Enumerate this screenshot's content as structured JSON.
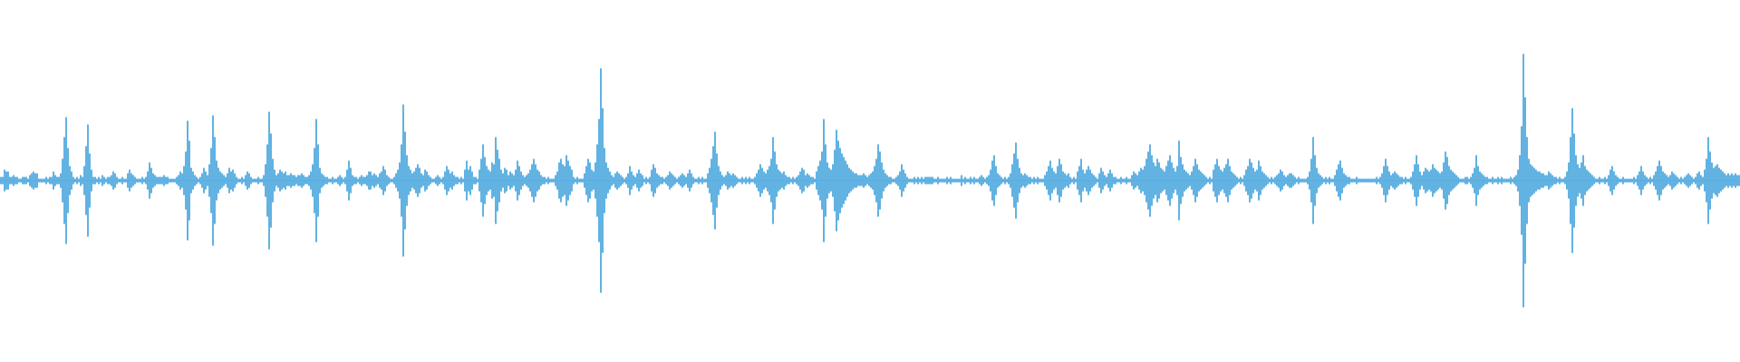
{
  "waveform": {
    "color": "#5aaee0",
    "background": "#ffffff",
    "peaks": [
      0.02,
      0.02,
      0.06,
      0.05,
      0.05,
      0.02,
      0.02,
      0.03,
      0.02,
      0.02,
      0.01,
      0.01,
      0.02,
      0.02,
      0.02,
      0.01,
      0.03,
      0.04,
      0.05,
      0.04,
      0.04,
      0.01,
      0.01,
      0.01,
      0.01,
      0.02,
      0.01,
      0.02,
      0.02,
      0.05,
      0.03,
      0.02,
      0.02,
      0.04,
      0.12,
      0.24,
      0.35,
      0.18,
      0.08,
      0.05,
      0.02,
      0.01,
      0.02,
      0.01,
      0.03,
      0.02,
      0.08,
      0.19,
      0.31,
      0.15,
      0.06,
      0.02,
      0.02,
      0.01,
      0.02,
      0.01,
      0.03,
      0.02,
      0.01,
      0.02,
      0.02,
      0.03,
      0.05,
      0.04,
      0.02,
      0.01,
      0.01,
      0.02,
      0.01,
      0.01,
      0.04,
      0.06,
      0.04,
      0.03,
      0.02,
      0.01,
      0.01,
      0.01,
      0.02,
      0.01,
      0.02,
      0.05,
      0.1,
      0.07,
      0.04,
      0.03,
      0.02,
      0.02,
      0.02,
      0.02,
      0.03,
      0.02,
      0.02,
      0.01,
      0.01,
      0.01,
      0.01,
      0.02,
      0.03,
      0.05,
      0.04,
      0.08,
      0.16,
      0.33,
      0.22,
      0.07,
      0.05,
      0.03,
      0.02,
      0.01,
      0.02,
      0.04,
      0.07,
      0.05,
      0.03,
      0.09,
      0.18,
      0.36,
      0.24,
      0.11,
      0.07,
      0.05,
      0.04,
      0.03,
      0.02,
      0.04,
      0.07,
      0.05,
      0.06,
      0.04,
      0.02,
      0.01,
      0.01,
      0.02,
      0.01,
      0.03,
      0.05,
      0.04,
      0.02,
      0.01,
      0.01,
      0.01,
      0.02,
      0.01,
      0.01,
      0.03,
      0.09,
      0.2,
      0.38,
      0.26,
      0.12,
      0.06,
      0.03,
      0.04,
      0.06,
      0.05,
      0.04,
      0.05,
      0.03,
      0.03,
      0.04,
      0.03,
      0.03,
      0.02,
      0.03,
      0.03,
      0.04,
      0.03,
      0.02,
      0.02,
      0.03,
      0.05,
      0.09,
      0.18,
      0.34,
      0.2,
      0.07,
      0.04,
      0.03,
      0.02,
      0.02,
      0.01,
      0.01,
      0.02,
      0.01,
      0.01,
      0.02,
      0.03,
      0.02,
      0.01,
      0.02,
      0.06,
      0.11,
      0.07,
      0.03,
      0.02,
      0.02,
      0.01,
      0.02,
      0.03,
      0.02,
      0.02,
      0.03,
      0.05,
      0.05,
      0.03,
      0.04,
      0.03,
      0.02,
      0.04,
      0.05,
      0.08,
      0.06,
      0.03,
      0.02,
      0.01,
      0.01,
      0.02,
      0.04,
      0.06,
      0.1,
      0.2,
      0.42,
      0.27,
      0.14,
      0.08,
      0.06,
      0.04,
      0.05,
      0.07,
      0.09,
      0.07,
      0.04,
      0.03,
      0.06,
      0.05,
      0.03,
      0.02,
      0.01,
      0.01,
      0.02,
      0.03,
      0.02,
      0.01,
      0.02,
      0.05,
      0.08,
      0.06,
      0.04,
      0.05,
      0.03,
      0.02,
      0.02,
      0.01,
      0.02,
      0.01,
      0.06,
      0.11,
      0.06,
      0.08,
      0.05,
      0.02,
      0.02,
      0.01,
      0.06,
      0.12,
      0.2,
      0.13,
      0.08,
      0.06,
      0.05,
      0.1,
      0.09,
      0.24,
      0.17,
      0.12,
      0.06,
      0.04,
      0.07,
      0.06,
      0.03,
      0.05,
      0.04,
      0.03,
      0.06,
      0.11,
      0.08,
      0.05,
      0.03,
      0.02,
      0.03,
      0.04,
      0.06,
      0.09,
      0.12,
      0.09,
      0.06,
      0.05,
      0.03,
      0.02,
      0.02,
      0.01,
      0.02,
      0.01,
      0.01,
      0.01,
      0.03,
      0.05,
      0.1,
      0.12,
      0.09,
      0.08,
      0.14,
      0.11,
      0.08,
      0.06,
      0.02,
      0.01,
      0.02,
      0.01,
      0.01,
      0.01,
      0.04,
      0.08,
      0.12,
      0.1,
      0.06,
      0.05,
      0.1,
      0.2,
      0.34,
      0.62,
      0.4,
      0.18,
      0.1,
      0.07,
      0.05,
      0.03,
      0.02,
      0.04,
      0.05,
      0.04,
      0.03,
      0.02,
      0.01,
      0.02,
      0.04,
      0.08,
      0.05,
      0.03,
      0.02,
      0.04,
      0.06,
      0.04,
      0.03,
      0.01,
      0.02,
      0.01,
      0.02,
      0.06,
      0.09,
      0.07,
      0.04,
      0.03,
      0.02,
      0.02,
      0.01,
      0.02,
      0.03,
      0.05,
      0.04,
      0.03,
      0.02,
      0.01,
      0.02,
      0.03,
      0.04,
      0.03,
      0.02,
      0.04,
      0.06,
      0.04,
      0.02,
      0.01,
      0.01,
      0.02,
      0.01,
      0.02,
      0.01,
      0.01,
      0.04,
      0.07,
      0.12,
      0.19,
      0.27,
      0.15,
      0.08,
      0.05,
      0.03,
      0.02,
      0.03,
      0.05,
      0.04,
      0.03,
      0.04,
      0.03,
      0.02,
      0.01,
      0.01,
      0.02,
      0.01,
      0.02,
      0.01,
      0.02,
      0.01,
      0.01,
      0.02,
      0.04,
      0.06,
      0.09,
      0.07,
      0.05,
      0.04,
      0.06,
      0.08,
      0.12,
      0.24,
      0.16,
      0.09,
      0.06,
      0.05,
      0.04,
      0.05,
      0.03,
      0.02,
      0.02,
      0.01,
      0.02,
      0.01,
      0.02,
      0.03,
      0.05,
      0.07,
      0.06,
      0.03,
      0.04,
      0.03,
      0.02,
      0.02,
      0.01,
      0.05,
      0.08,
      0.11,
      0.16,
      0.34,
      0.2,
      0.1,
      0.07,
      0.06,
      0.09,
      0.17,
      0.28,
      0.22,
      0.18,
      0.15,
      0.13,
      0.11,
      0.09,
      0.07,
      0.06,
      0.05,
      0.04,
      0.04,
      0.03,
      0.03,
      0.03,
      0.04,
      0.03,
      0.02,
      0.03,
      0.04,
      0.05,
      0.08,
      0.12,
      0.2,
      0.16,
      0.1,
      0.06,
      0.04,
      0.03,
      0.02,
      0.02,
      0.01,
      0.01,
      0.02,
      0.03,
      0.05,
      0.09,
      0.06,
      0.04,
      0.02,
      0.01,
      0.01,
      0.01,
      0.02,
      0.01,
      0.02,
      0.01,
      0.02,
      0.01,
      0.02,
      0.02,
      0.02,
      0.02,
      0.02,
      0.01,
      0.01,
      0.02,
      0.01,
      0.01,
      0.01,
      0.01,
      0.02,
      0.01,
      0.02,
      0.01,
      0.01,
      0.01,
      0.01,
      0.01,
      0.03,
      0.01,
      0.02,
      0.01,
      0.01,
      0.02,
      0.01,
      0.02,
      0.01,
      0.01,
      0.02,
      0.03,
      0.02,
      0.01,
      0.02,
      0.03,
      0.06,
      0.11,
      0.14,
      0.08,
      0.04,
      0.03,
      0.02,
      0.01,
      0.02,
      0.01,
      0.02,
      0.04,
      0.09,
      0.15,
      0.21,
      0.12,
      0.07,
      0.04,
      0.03,
      0.04,
      0.03,
      0.02,
      0.02,
      0.01,
      0.02,
      0.01,
      0.02,
      0.01,
      0.01,
      0.01,
      0.03,
      0.05,
      0.08,
      0.11,
      0.07,
      0.05,
      0.04,
      0.08,
      0.12,
      0.09,
      0.05,
      0.04,
      0.03,
      0.04,
      0.02,
      0.01,
      0.02,
      0.01,
      0.05,
      0.08,
      0.12,
      0.06,
      0.04,
      0.06,
      0.08,
      0.06,
      0.04,
      0.03,
      0.02,
      0.01,
      0.04,
      0.07,
      0.05,
      0.03,
      0.02,
      0.04,
      0.06,
      0.04,
      0.02,
      0.02,
      0.01,
      0.01,
      0.02,
      0.01,
      0.01,
      0.02,
      0.01,
      0.01,
      0.03,
      0.05,
      0.04,
      0.03,
      0.05,
      0.07,
      0.06,
      0.08,
      0.12,
      0.16,
      0.2,
      0.14,
      0.1,
      0.08,
      0.12,
      0.1,
      0.07,
      0.06,
      0.05,
      0.08,
      0.11,
      0.14,
      0.1,
      0.07,
      0.05,
      0.08,
      0.22,
      0.13,
      0.09,
      0.06,
      0.05,
      0.04,
      0.03,
      0.05,
      0.08,
      0.12,
      0.09,
      0.06,
      0.05,
      0.04,
      0.03,
      0.02,
      0.01,
      0.02,
      0.01,
      0.06,
      0.09,
      0.12,
      0.08,
      0.06,
      0.05,
      0.07,
      0.09,
      0.12,
      0.08,
      0.05,
      0.04,
      0.03,
      0.02,
      0.01,
      0.02,
      0.01,
      0.03,
      0.06,
      0.08,
      0.12,
      0.1,
      0.07,
      0.05,
      0.06,
      0.11,
      0.08,
      0.05,
      0.04,
      0.03,
      0.02,
      0.01,
      0.02,
      0.01,
      0.02,
      0.03,
      0.04,
      0.06,
      0.05,
      0.03,
      0.02,
      0.03,
      0.04,
      0.04,
      0.03,
      0.02,
      0.01,
      0.02,
      0.01,
      0.01,
      0.01,
      0.01,
      0.02,
      0.05,
      0.12,
      0.24,
      0.14,
      0.07,
      0.04,
      0.03,
      0.02,
      0.01,
      0.02,
      0.01,
      0.02,
      0.01,
      0.01,
      0.03,
      0.06,
      0.09,
      0.11,
      0.07,
      0.04,
      0.03,
      0.02,
      0.02,
      0.01,
      0.01,
      0.01,
      0.02,
      0.01,
      0.01,
      0.01,
      0.01,
      0.01,
      0.01,
      0.01,
      0.01,
      0.01,
      0.01,
      0.02,
      0.01,
      0.02,
      0.04,
      0.08,
      0.12,
      0.08,
      0.05,
      0.03,
      0.04,
      0.05,
      0.04,
      0.03,
      0.02,
      0.02,
      0.01,
      0.02,
      0.01,
      0.01,
      0.02,
      0.05,
      0.09,
      0.14,
      0.09,
      0.05,
      0.03,
      0.05,
      0.07,
      0.06,
      0.05,
      0.06,
      0.09,
      0.07,
      0.06,
      0.05,
      0.04,
      0.05,
      0.1,
      0.16,
      0.13,
      0.08,
      0.06,
      0.05,
      0.04,
      0.03,
      0.02,
      0.01,
      0.01,
      0.01,
      0.02,
      0.02,
      0.01,
      0.02,
      0.04,
      0.07,
      0.14,
      0.08,
      0.05,
      0.04,
      0.03,
      0.02,
      0.02,
      0.01,
      0.01,
      0.02,
      0.01,
      0.01,
      0.02,
      0.01,
      0.02,
      0.01,
      0.01,
      0.01,
      0.01,
      0.02,
      0.01,
      0.02,
      0.03,
      0.06,
      0.14,
      0.3,
      0.7,
      0.46,
      0.24,
      0.12,
      0.09,
      0.08,
      0.07,
      0.06,
      0.05,
      0.05,
      0.04,
      0.04,
      0.03,
      0.03,
      0.05,
      0.04,
      0.03,
      0.02,
      0.02,
      0.01,
      0.02,
      0.01,
      0.01,
      0.02,
      0.05,
      0.1,
      0.24,
      0.4,
      0.26,
      0.14,
      0.09,
      0.07,
      0.1,
      0.14,
      0.08,
      0.06,
      0.05,
      0.04,
      0.03,
      0.02,
      0.01,
      0.01,
      0.02,
      0.01,
      0.01,
      0.02,
      0.01,
      0.03,
      0.06,
      0.08,
      0.05,
      0.03,
      0.02,
      0.01,
      0.01,
      0.02,
      0.01,
      0.01,
      0.01,
      0.01,
      0.01,
      0.02,
      0.01,
      0.03,
      0.05,
      0.08,
      0.05,
      0.03,
      0.02,
      0.01,
      0.02,
      0.01,
      0.03,
      0.05,
      0.08,
      0.11,
      0.08,
      0.05,
      0.04,
      0.03,
      0.02,
      0.03,
      0.05,
      0.04,
      0.03,
      0.02,
      0.01,
      0.02,
      0.01,
      0.02,
      0.03,
      0.04,
      0.03,
      0.02,
      0.01,
      0.02,
      0.04,
      0.05,
      0.03,
      0.02,
      0.06,
      0.12,
      0.24,
      0.16,
      0.1,
      0.07,
      0.08,
      0.09,
      0.07,
      0.06,
      0.05,
      0.04,
      0.03,
      0.04,
      0.03,
      0.04,
      0.03,
      0.04,
      0.03,
      0.03
    ]
  }
}
